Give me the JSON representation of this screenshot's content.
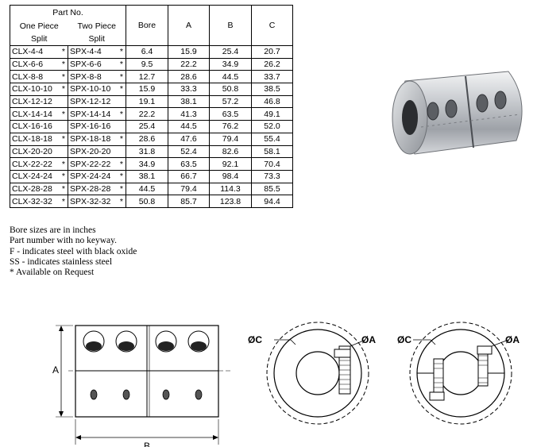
{
  "table": {
    "header": {
      "part_no": "Part No.",
      "one_piece": "One Piece",
      "two_piece": "Two Piece",
      "split": "Split",
      "bore": "Bore",
      "a": "A",
      "b": "B",
      "c": "C"
    },
    "rows": [
      {
        "one": "CLX-4-4",
        "one_star": "*",
        "two": "SPX-4-4",
        "two_star": "*",
        "bore": "6.4",
        "a": "15.9",
        "b": "25.4",
        "c": "20.7"
      },
      {
        "one": "CLX-6-6",
        "one_star": "*",
        "two": "SPX-6-6",
        "two_star": "*",
        "bore": "9.5",
        "a": "22.2",
        "b": "34.9",
        "c": "26.2"
      },
      {
        "one": "CLX-8-8",
        "one_star": "*",
        "two": "SPX-8-8",
        "two_star": "*",
        "bore": "12.7",
        "a": "28.6",
        "b": "44.5",
        "c": "33.7"
      },
      {
        "one": "CLX-10-10",
        "one_star": "*",
        "two": "SPX-10-10",
        "two_star": "*",
        "bore": "15.9",
        "a": "33.3",
        "b": "50.8",
        "c": "38.5"
      },
      {
        "one": "CLX-12-12",
        "one_star": "",
        "two": "SPX-12-12",
        "two_star": "",
        "bore": "19.1",
        "a": "38.1",
        "b": "57.2",
        "c": "46.8"
      },
      {
        "one": "CLX-14-14",
        "one_star": "*",
        "two": "SPX-14-14",
        "two_star": "*",
        "bore": "22.2",
        "a": "41.3",
        "b": "63.5",
        "c": "49.1"
      },
      {
        "one": "CLX-16-16",
        "one_star": "",
        "two": "SPX-16-16",
        "two_star": "",
        "bore": "25.4",
        "a": "44.5",
        "b": "76.2",
        "c": "52.0"
      },
      {
        "one": "CLX-18-18",
        "one_star": "*",
        "two": "SPX-18-18",
        "two_star": "*",
        "bore": "28.6",
        "a": "47.6",
        "b": "79.4",
        "c": "55.4"
      },
      {
        "one": "CLX-20-20",
        "one_star": "",
        "two": "SPX-20-20",
        "two_star": "",
        "bore": "31.8",
        "a": "52.4",
        "b": "82.6",
        "c": "58.1"
      },
      {
        "one": "CLX-22-22",
        "one_star": "*",
        "two": "SPX-22-22",
        "two_star": "*",
        "bore": "34.9",
        "a": "63.5",
        "b": "92.1",
        "c": "70.4"
      },
      {
        "one": "CLX-24-24",
        "one_star": "*",
        "two": "SPX-24-24",
        "two_star": "*",
        "bore": "38.1",
        "a": "66.7",
        "b": "98.4",
        "c": "73.3"
      },
      {
        "one": "CLX-28-28",
        "one_star": "*",
        "two": "SPX-28-28",
        "two_star": "*",
        "bore": "44.5",
        "a": "79.4",
        "b": "114.3",
        "c": "85.5"
      },
      {
        "one": "CLX-32-32",
        "one_star": "*",
        "two": "SPX-32-32",
        "two_star": "*",
        "bore": "50.8",
        "a": "85.7",
        "b": "123.8",
        "c": "94.4"
      }
    ]
  },
  "notes": [
    "Bore sizes are in inches",
    "Part number with  no keyway.",
    "F  - indicates steel with black oxide",
    "SS - indicates stainless steel",
    "* Available on Request"
  ],
  "drawing": {
    "dim_a": "A",
    "dim_b": "B",
    "dim_c": "ØC",
    "dim_a_hole": "ØA"
  }
}
